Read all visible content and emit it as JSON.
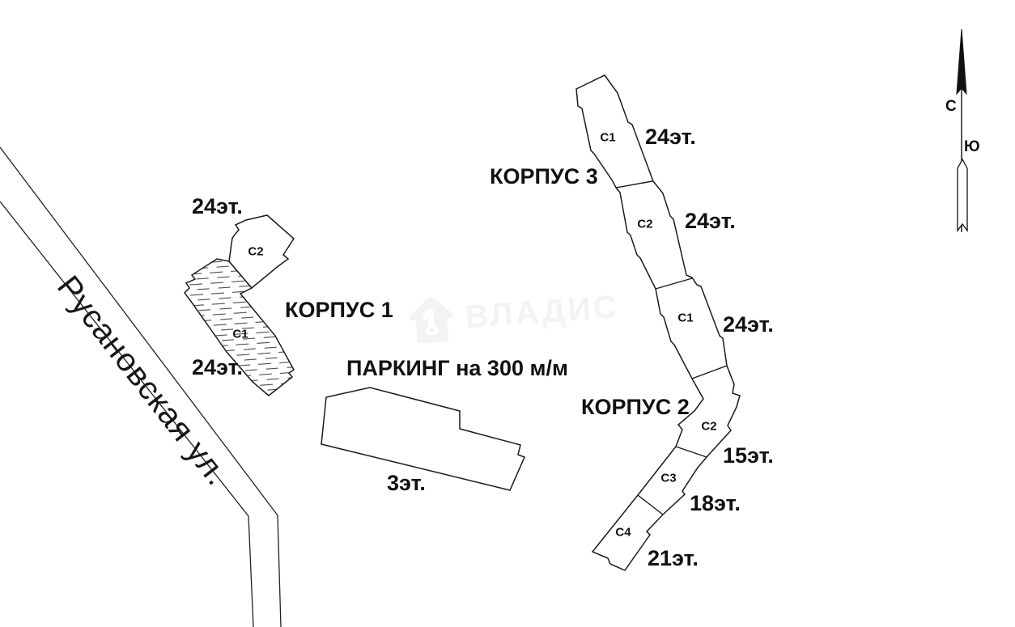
{
  "street": {
    "label": "Русановская ул."
  },
  "watermark": {
    "label": "ВЛАДИС",
    "icon": "house-key-icon",
    "color": "#f3f3f3"
  },
  "compass": {
    "north_label": "С",
    "south_label": "Ю"
  },
  "buildings": {
    "korpus1": {
      "name": "КОРПУС 1",
      "sections": [
        {
          "id": "С2",
          "floors": "24эт."
        },
        {
          "id": "С1",
          "floors": "24эт."
        }
      ]
    },
    "korpus3": {
      "name": "КОРПУС 3",
      "sections": [
        {
          "id": "С1",
          "floors": "24эт."
        },
        {
          "id": "С2",
          "floors": "24эт."
        }
      ]
    },
    "korpus2": {
      "name": "КОРПУС 2",
      "sections": [
        {
          "id": "С1",
          "floors": "24эт."
        },
        {
          "id": "С2",
          "floors": "15эт."
        },
        {
          "id": "С3",
          "floors": "18эт."
        },
        {
          "id": "С4",
          "floors": "21эт."
        }
      ]
    },
    "parking": {
      "name": "ПАРКИНГ на 300 м/м",
      "floors": "3эт."
    }
  },
  "colors": {
    "line": "#1b1b1b",
    "background": "#ffffff",
    "hatch": "#4a4a4a"
  }
}
